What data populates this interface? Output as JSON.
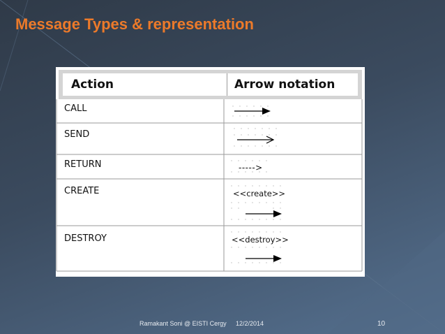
{
  "slide": {
    "title": "Message Types & representation",
    "table": {
      "headers": [
        "Action",
        "Arrow notation"
      ],
      "rows": [
        {
          "action": "CALL",
          "arrow": "call-arrow-icon"
        },
        {
          "action": "SEND",
          "arrow": "send-arrow-icon"
        },
        {
          "action": "RETURN",
          "arrow": "return-arrow-icon",
          "arrow_text": "----->"
        },
        {
          "action": "CREATE",
          "arrow": "call-arrow-icon",
          "stereotype": "<<create>>"
        },
        {
          "action": "DESTROY",
          "arrow": "call-arrow-icon",
          "stereotype": "<<destroy>>"
        }
      ]
    },
    "footer": {
      "author": "Ramakant Soni @ EISTI Cergy",
      "date": "12/2/2014",
      "page": "10"
    }
  },
  "colors": {
    "title": "#ec7a2a",
    "background": "#3b4b5f"
  }
}
